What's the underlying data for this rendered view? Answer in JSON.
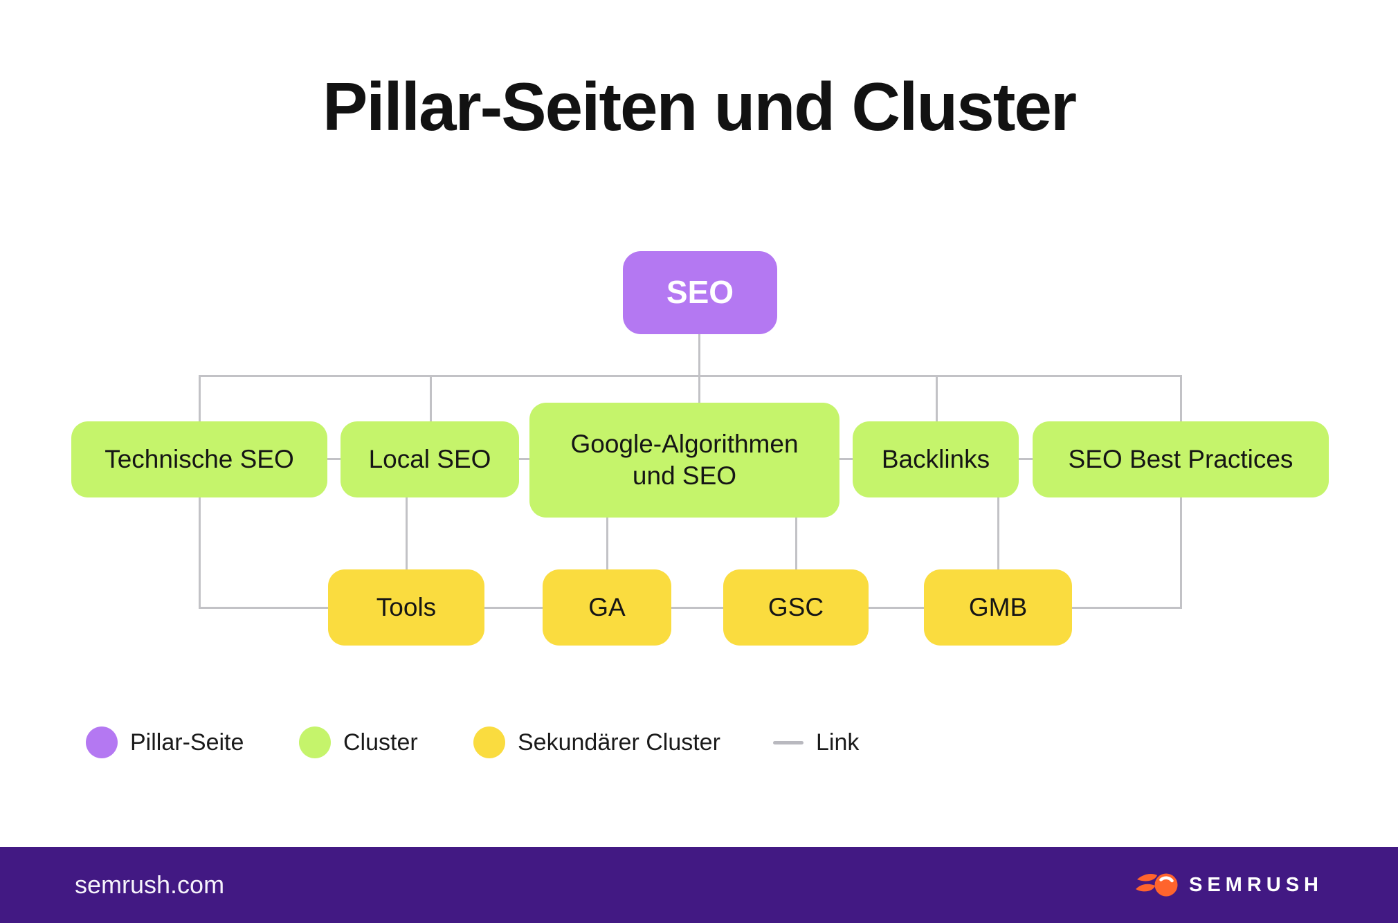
{
  "title": "Pillar-Seiten und Cluster",
  "colors": {
    "pillar": "#b478f2",
    "cluster": "#c5f46b",
    "secondary": "#fadc3f",
    "link": "#c2c2c6",
    "footer-bg": "#421983",
    "brand-orange": "#ff642d"
  },
  "diagram": {
    "pillar_node": {
      "label": "SEO"
    },
    "cluster_nodes": [
      {
        "id": "technische-seo",
        "label": "Technische SEO"
      },
      {
        "id": "local-seo",
        "label": "Local SEO"
      },
      {
        "id": "google-algorithmen-und-seo",
        "label": "Google-Algorithmen und SEO"
      },
      {
        "id": "backlinks",
        "label": "Backlinks"
      },
      {
        "id": "seo-best-practices",
        "label": "SEO Best Practices"
      }
    ],
    "secondary_cluster_nodes": [
      {
        "id": "tools",
        "label": "Tools"
      },
      {
        "id": "ga",
        "label": "GA"
      },
      {
        "id": "gsc",
        "label": "GSC"
      },
      {
        "id": "gmb",
        "label": "GMB"
      }
    ],
    "edges_note": "SEO connects to all clusters; Technische SEO and SEO Best Practices connect to the secondary row ends; Local SEO to Tools; Google-Algorithmen und SEO to GA and GSC; Backlinks to GMB; adjacent boxes linked horizontally"
  },
  "legend": {
    "items": [
      {
        "label": "Pillar-Seite",
        "swatch": "pillar-circle"
      },
      {
        "label": "Cluster",
        "swatch": "cluster-circle"
      },
      {
        "label": "Sekundärer Cluster",
        "swatch": "secondary-circle"
      },
      {
        "label": "Link",
        "swatch": "gray-line"
      }
    ]
  },
  "footer": {
    "site": "semrush.com",
    "brand": "SEMRUSH"
  }
}
